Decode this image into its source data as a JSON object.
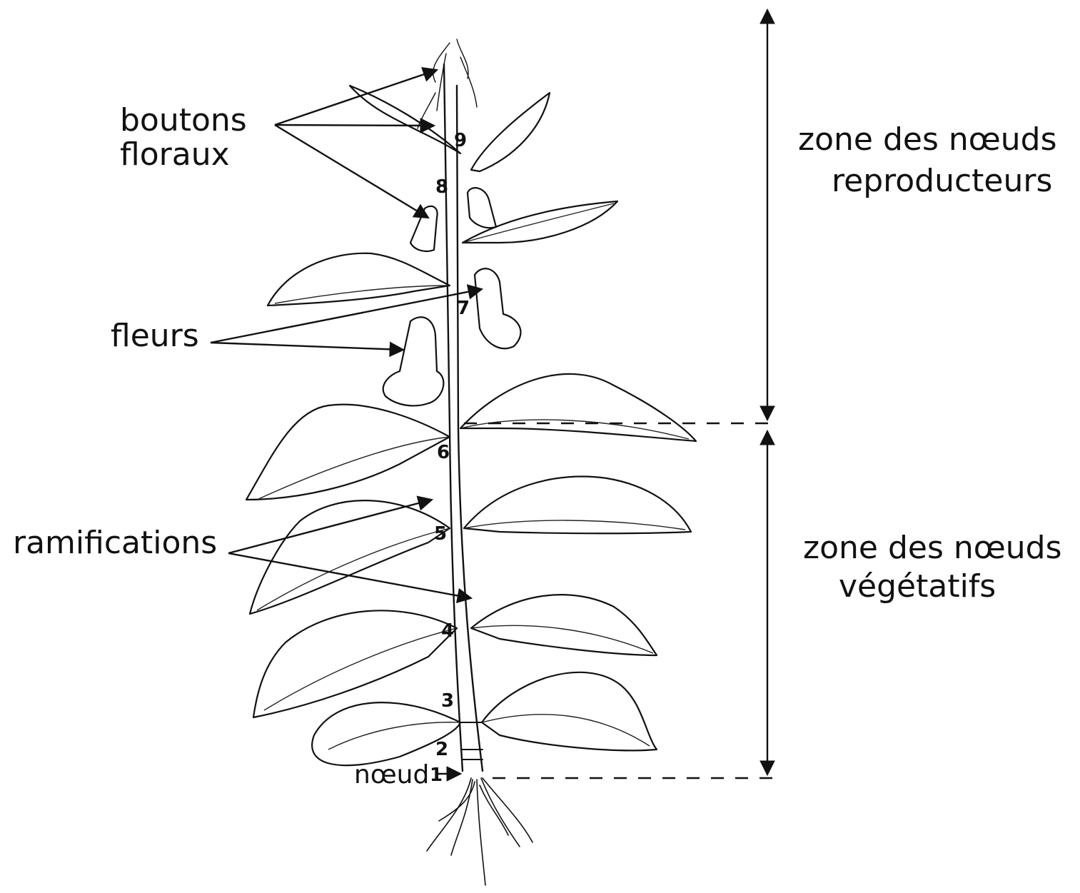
{
  "labels": {
    "buds": [
      "boutons",
      "floraux"
    ],
    "flowers": "fleurs",
    "branches": "ramifications",
    "node": "nœud",
    "zone_reproductive": [
      "zone des nœuds",
      "reproducteurs"
    ],
    "zone_vegetative": [
      "zone des nœuds",
      "végétatifs"
    ]
  },
  "node_numbers": [
    "1",
    "2",
    "3",
    "4",
    "5",
    "6",
    "7",
    "8",
    "9"
  ],
  "colors": {
    "ink": "#111111",
    "paper": "#ffffff"
  }
}
